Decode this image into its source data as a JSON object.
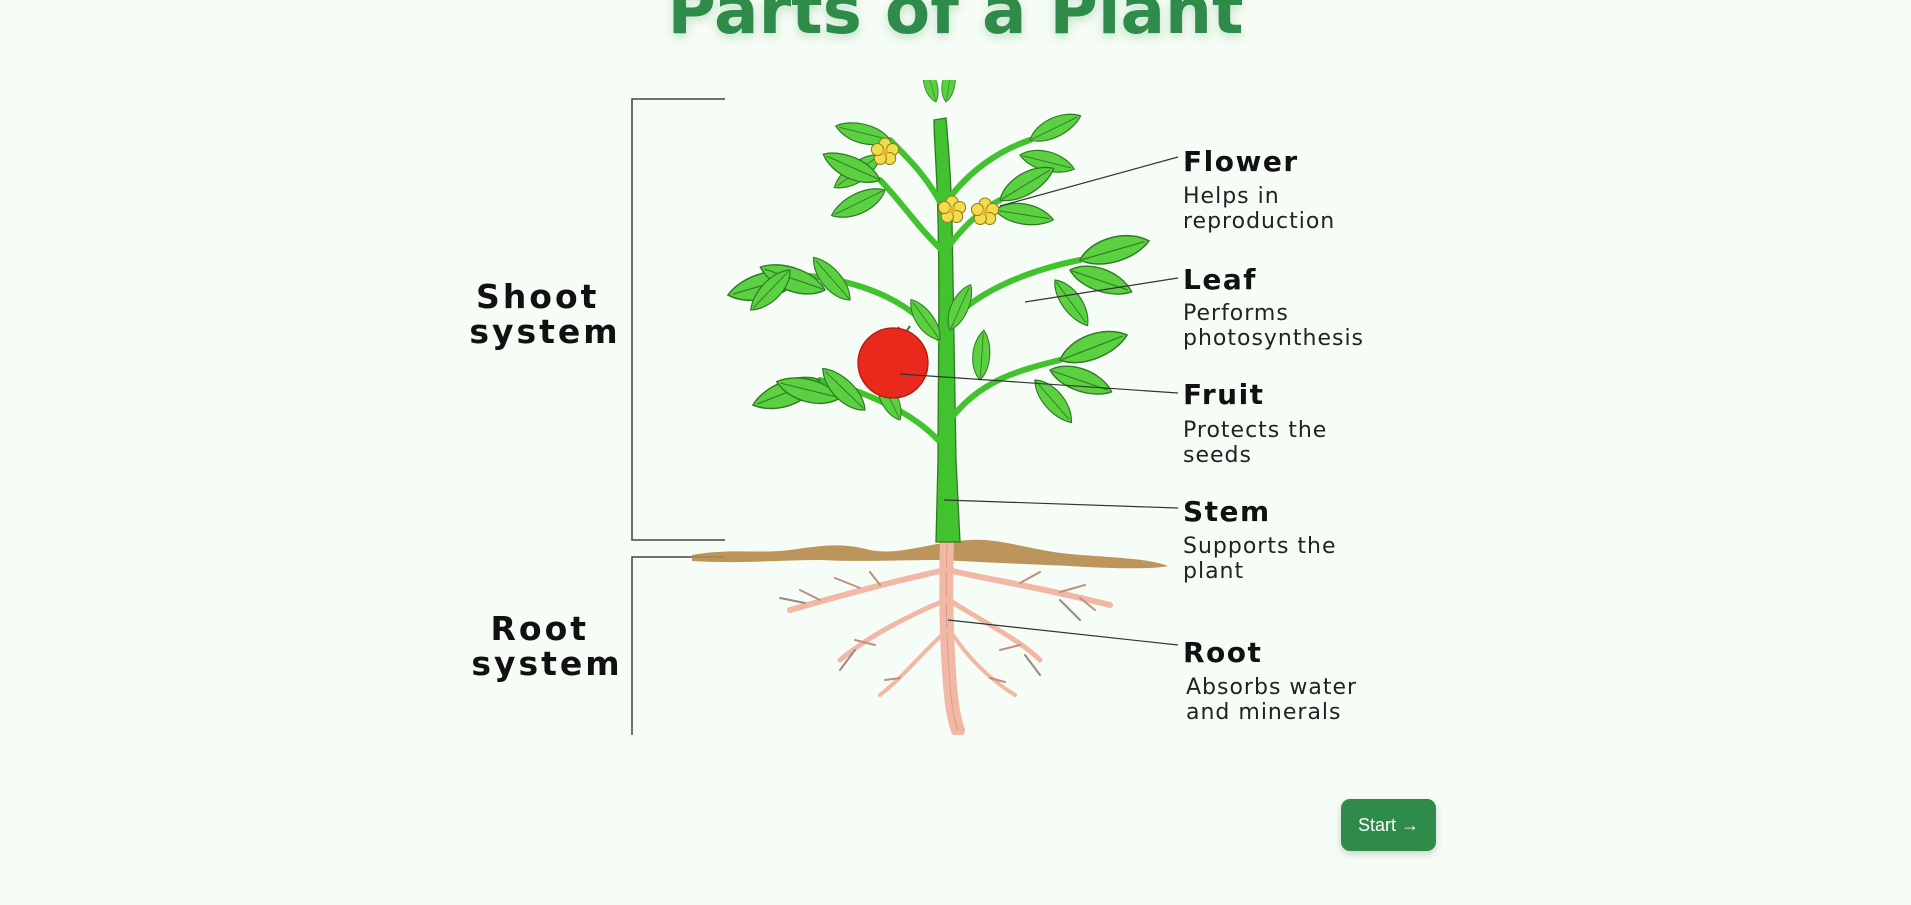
{
  "page": {
    "title": "Parts of a Plant"
  },
  "diagram": {
    "shoot_system": [
      "Shoot",
      "system"
    ],
    "root_system": [
      "Root",
      "system"
    ],
    "labels": [
      {
        "title": "Flower",
        "desc": [
          "Helps in",
          "reproduction"
        ]
      },
      {
        "title": "Leaf",
        "desc": [
          "Performs",
          "photosynthesis"
        ]
      },
      {
        "title": "Fruit",
        "desc": [
          "Protects the",
          "seeds"
        ]
      },
      {
        "title": "Stem",
        "desc": [
          "Supports the",
          "plant"
        ]
      },
      {
        "title": "Root",
        "desc": [
          "Absorbs water",
          "and minerals"
        ]
      }
    ]
  },
  "actions": {
    "start_label": "Start →"
  },
  "colors": {
    "title": "#2e8b4a",
    "button": "#2e8b4a",
    "leaf": "#5bd142",
    "stem": "#43c22f",
    "fruit": "#e8291c",
    "root": "#f2b8a6",
    "soil": "#b58a4a"
  }
}
